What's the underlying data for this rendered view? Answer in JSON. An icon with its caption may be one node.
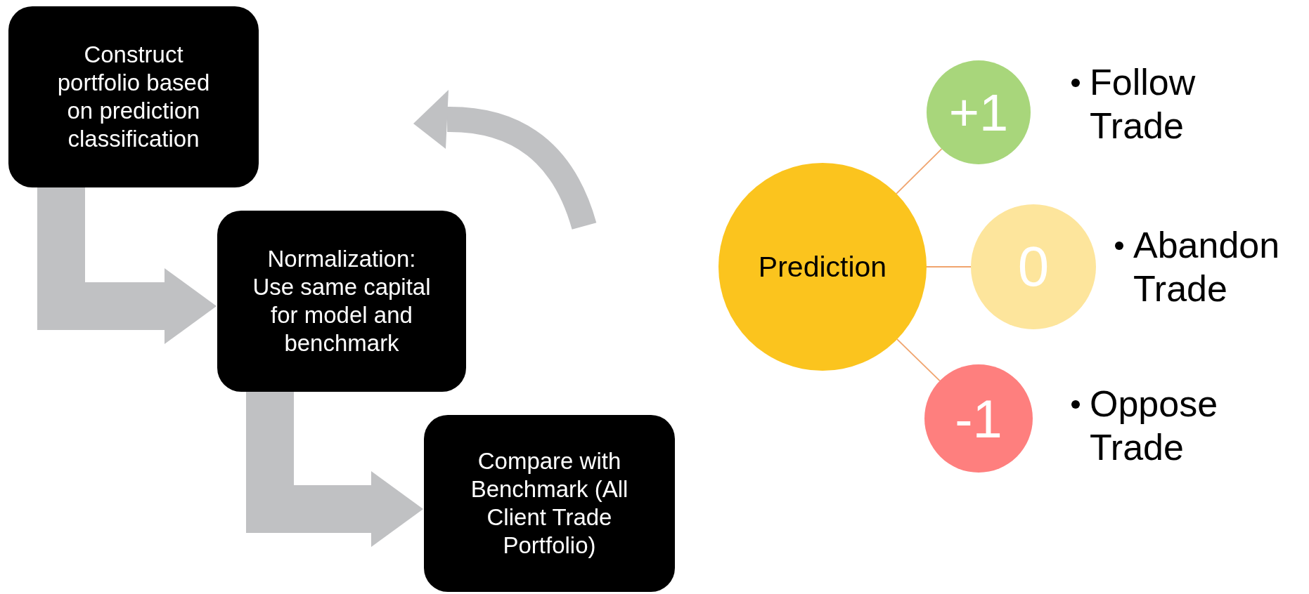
{
  "diagram": {
    "nodes": [
      {
        "text": [
          "Construct portfolio based on prediction classification"
        ]
      },
      {
        "text": [
          "Normalization: Use same capital for model and benchmark"
        ]
      },
      {
        "text": [
          "Compare with Benchmark (All Client Trade Portfolio)"
        ]
      },
      {
        "text": [
          "Prediction"
        ]
      },
      {
        "text": [
          "+1"
        ],
        "beside": [
          "Follow Trade"
        ]
      },
      {
        "text": [
          "0"
        ],
        "beside": [
          "Abandon Trade"
        ]
      },
      {
        "text": [
          "-1"
        ],
        "beside": [
          "Oppose Trade"
        ]
      }
    ],
    "edges": [
      {
        "from": 0,
        "to": 1,
        "arrow": "to",
        "style": "thick"
      },
      {
        "from": 1,
        "to": 2,
        "arrow": "to",
        "style": "thick"
      },
      {
        "from": 3,
        "to": 4,
        "arrow": "none",
        "color": "#f0a46e"
      },
      {
        "from": 3,
        "to": 5,
        "arrow": "none",
        "color": "#f0a46e"
      },
      {
        "from": 3,
        "to": 6,
        "arrow": "none",
        "color": "#f0a46e"
      }
    ]
  }
}
